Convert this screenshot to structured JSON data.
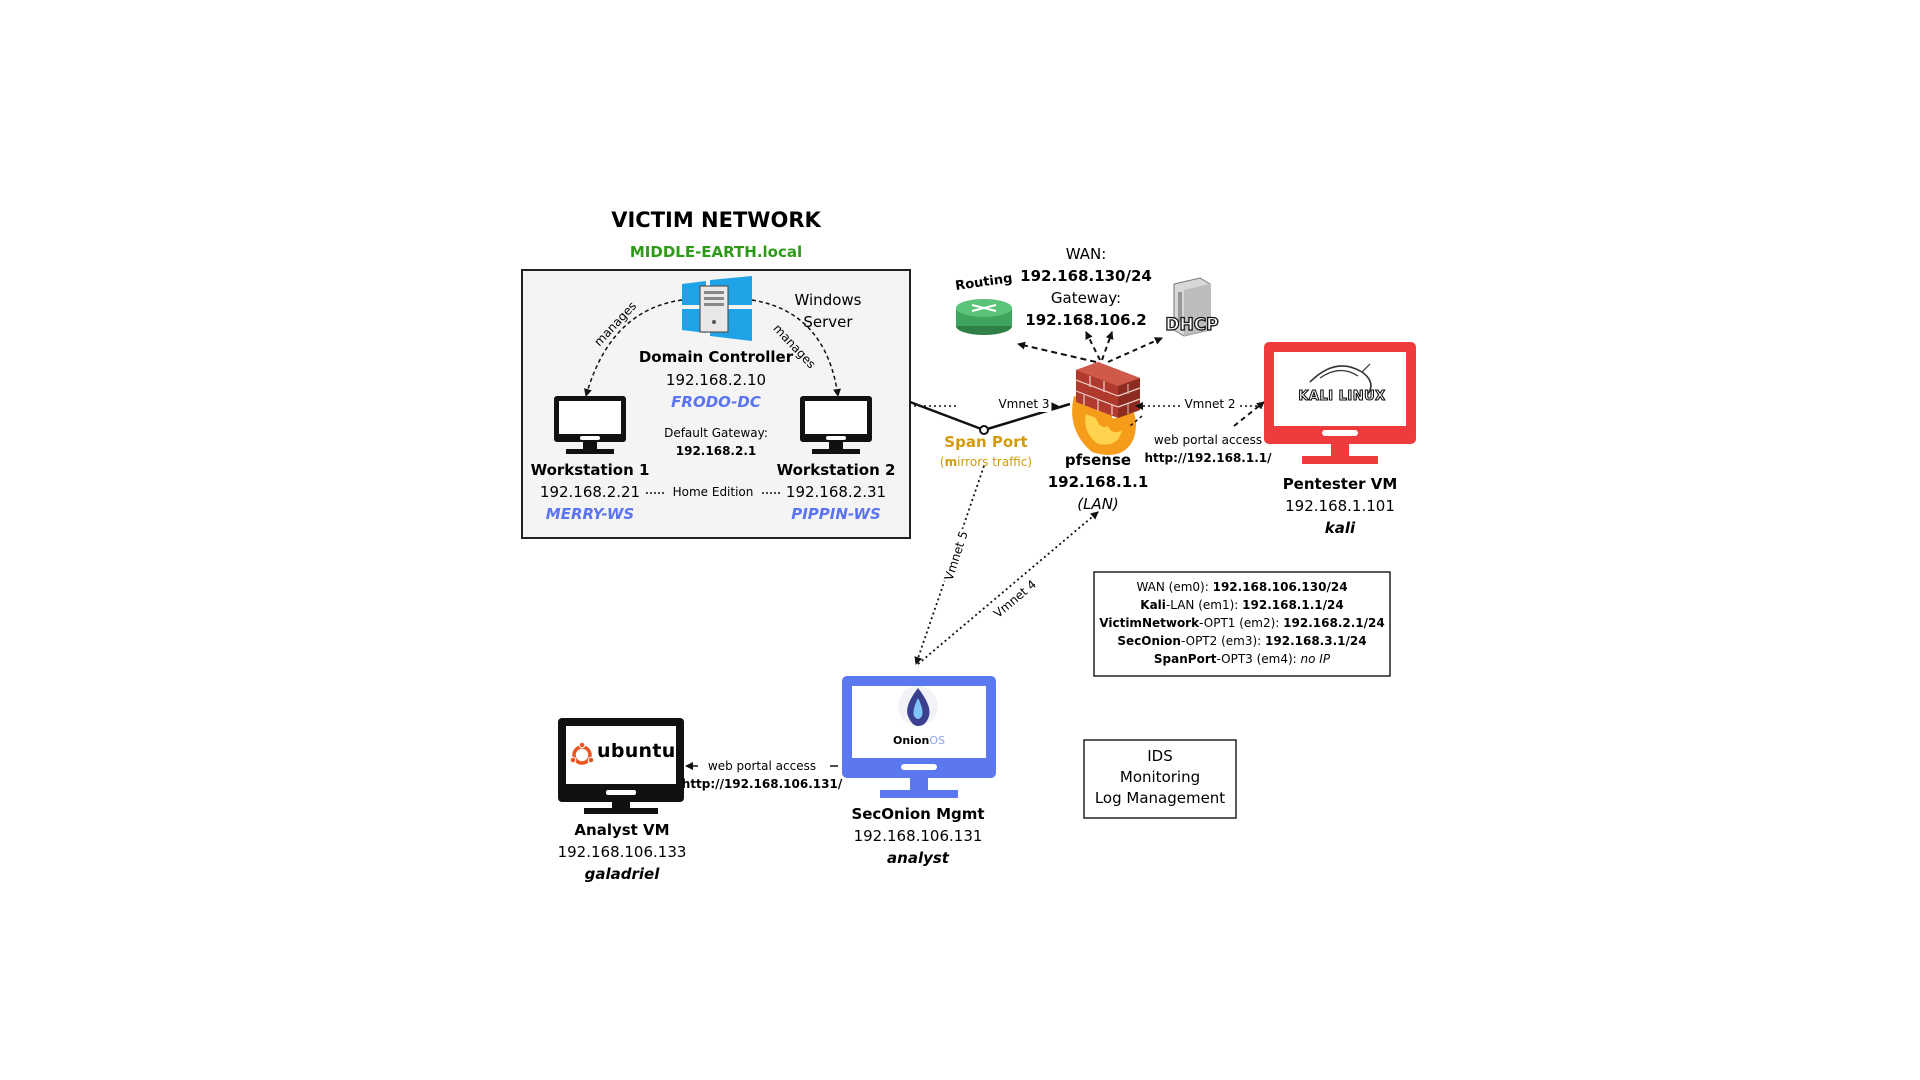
{
  "victim_network": {
    "title": "VICTIM NETWORK",
    "domain": "MIDDLE-EARTH.local",
    "windows_server": "Windows\nServer",
    "manages_left": "manages",
    "manages_right": "manages",
    "dc": {
      "name": "Domain Controller",
      "ip": "192.168.2.10",
      "host": "FRODO-DC"
    },
    "default_gateway_label": "Default Gateway:",
    "default_gateway_ip": "192.168.2.1",
    "ws1": {
      "name": "Workstation 1",
      "ip": "192.168.2.21",
      "host": "MERRY-WS"
    },
    "ws2": {
      "name": "Workstation 2",
      "ip": "192.168.2.31",
      "host": "PIPPIN-WS"
    },
    "home_edition": "Home Edition"
  },
  "wan": {
    "label": "WAN:",
    "ip": "192.168.130/24",
    "gateway_label": "Gateway:",
    "gateway_ip": "192.168.106.2"
  },
  "routing_label": "Routing",
  "dhcp_label": "DHCP",
  "pfsense": {
    "name": "pfsense",
    "ip": "192.168.1.1",
    "role": "(LAN)"
  },
  "span_port": {
    "name": "Span Port",
    "mirror_m": "m",
    "mirror_rest": "irrors traffic)",
    "mirror_open": "("
  },
  "links": {
    "vmnet3": "Vmnet 3",
    "vmnet2": "Vmnet 2",
    "vmnet5": "Vmnet 5",
    "vmnet4": "Vmnet 4",
    "web_portal_kali": "web portal access",
    "web_portal_kali_url": "http://192.168.1.1/",
    "web_portal_analyst": "web portal access",
    "web_portal_analyst_url": "http://192.168.106.131/"
  },
  "pentester": {
    "name": "Pentester VM",
    "ip": "192.168.1.101",
    "user": "kali",
    "screen_logo": "KALI LINUX"
  },
  "interfaces": [
    {
      "name": "WAN",
      "iface": " (em0): ",
      "value": "192.168.106.130/24",
      "name_bold": false,
      "value_italic": false
    },
    {
      "name": "Kali",
      "suffix": "-LAN",
      "iface": " (em1): ",
      "value": "192.168.1.1/24",
      "name_bold": true,
      "value_italic": false
    },
    {
      "name": "VictimNetwork",
      "suffix": "-OPT1",
      "iface": " (em2): ",
      "value": "192.168.2.1/24",
      "name_bold": true,
      "value_italic": false
    },
    {
      "name": "SecOnion",
      "suffix": "-OPT2",
      "iface": " (em3): ",
      "value": "192.168.3.1/24",
      "name_bold": true,
      "value_italic": false
    },
    {
      "name": "SpanPort",
      "suffix": "-OPT3",
      "iface": " (em4): ",
      "value": "no IP",
      "name_bold": true,
      "value_italic": true
    }
  ],
  "ids_box": {
    "line1": "IDS",
    "line2": "Monitoring",
    "line3": "Log Management"
  },
  "seconion": {
    "name": "SecOnion Mgmt",
    "ip": "192.168.106.131",
    "user": "analyst",
    "logo_a": "Onion",
    "logo_b": "OS"
  },
  "analyst": {
    "name": "Analyst VM",
    "ip": "192.168.106.133",
    "user": "galadriel",
    "logo": "ubuntu"
  },
  "colors": {
    "kali_red": "#ef3b3b",
    "seconion_blue": "#5b78ee",
    "host_blue": "#5a74f2",
    "domain_green": "#2e9a17",
    "span_gold": "#d49a0c",
    "windows_blue": "#1ea3e6",
    "router_green": "#3fa55e",
    "firewall_red": "#c0392b",
    "flame_orange": "#f59c1a"
  }
}
